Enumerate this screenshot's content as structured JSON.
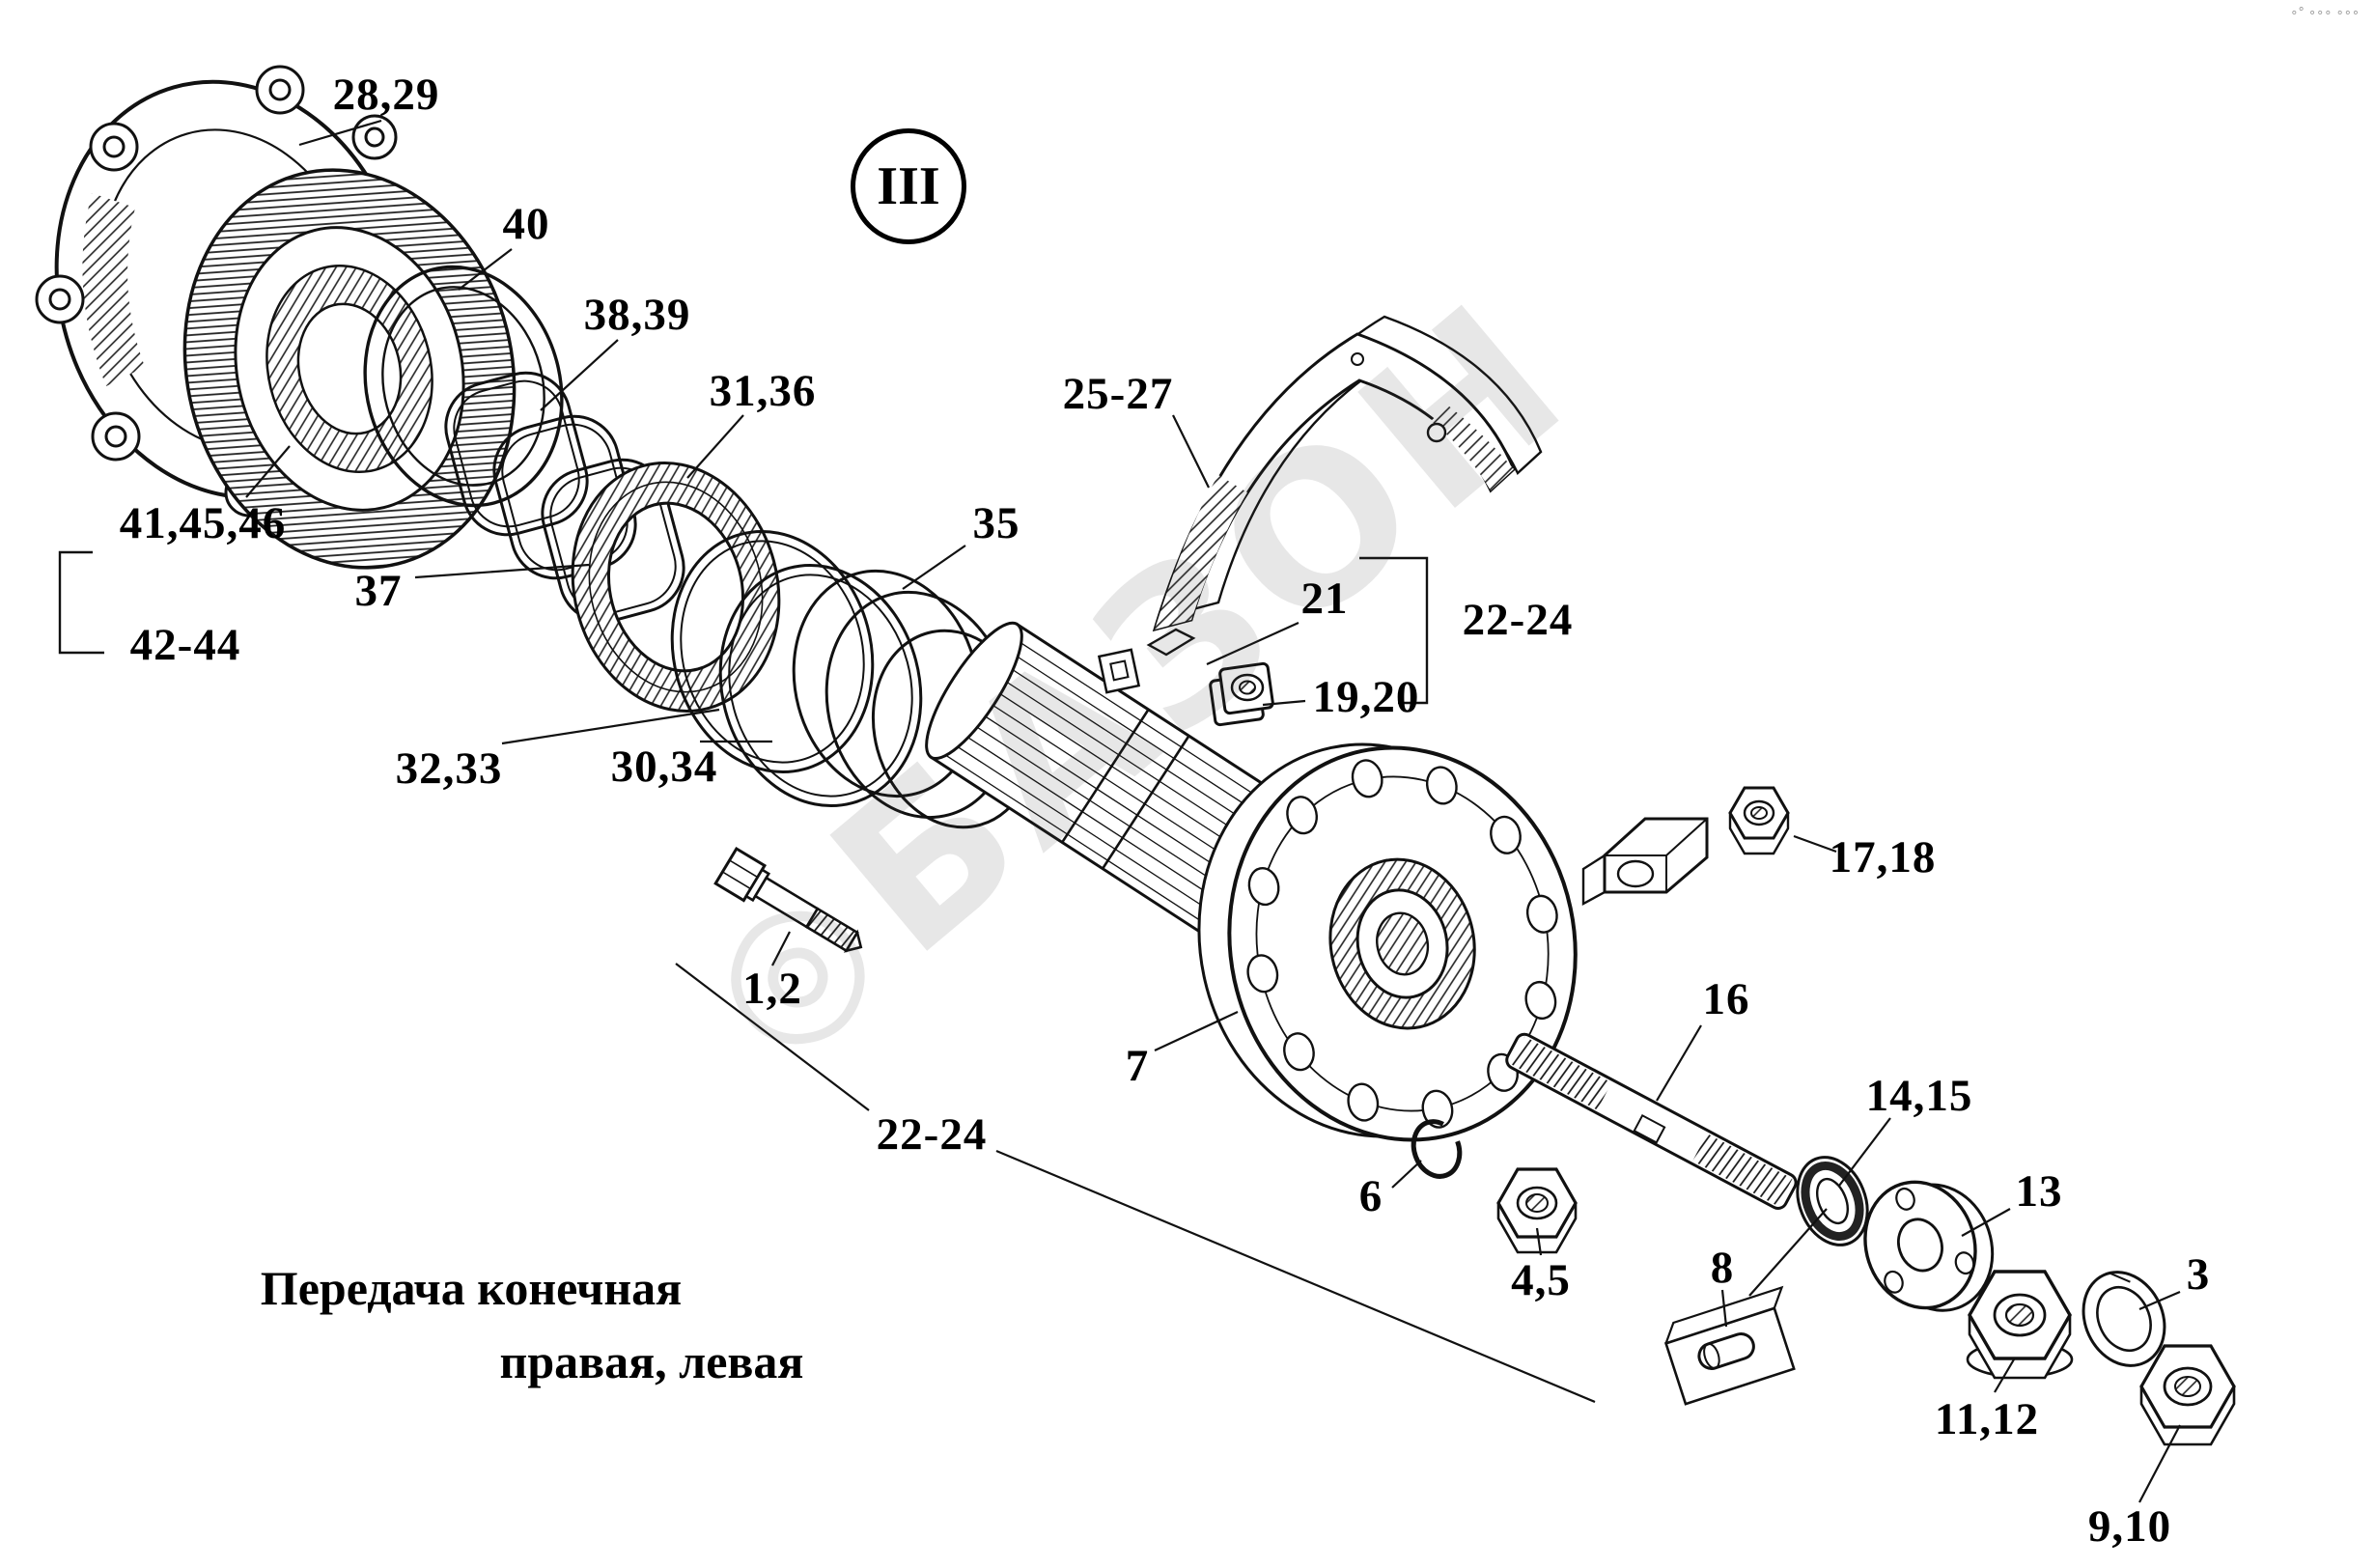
{
  "meta": {
    "section_marker": "III",
    "corner_mark": "∘° ∘∘∘ ∘∘∘",
    "colors": {
      "ink": "#111111",
      "background": "#ffffff",
      "watermark": "#c9c9c9"
    }
  },
  "watermark": {
    "logo": "◎",
    "text": "БАЗОН"
  },
  "title": {
    "line1": "Передача конечная",
    "line2": "правая, левая"
  },
  "labels": [
    {
      "text": "28,29"
    },
    {
      "text": "40"
    },
    {
      "text": "38,39"
    },
    {
      "text": "31,36"
    },
    {
      "text": "25-27"
    },
    {
      "text": "35"
    },
    {
      "text": "41,45,46"
    },
    {
      "text": "37"
    },
    {
      "text": "21"
    },
    {
      "text": "22-24"
    },
    {
      "text": "19,20"
    },
    {
      "text": "42-44"
    },
    {
      "text": "32,33"
    },
    {
      "text": "30,34"
    },
    {
      "text": "17,18"
    },
    {
      "text": "1,2"
    },
    {
      "text": "16"
    },
    {
      "text": "7"
    },
    {
      "text": "14,15"
    },
    {
      "text": "22-24"
    },
    {
      "text": "13"
    },
    {
      "text": "6"
    },
    {
      "text": "3"
    },
    {
      "text": "4,5"
    },
    {
      "text": "8"
    },
    {
      "text": "11,12"
    },
    {
      "text": "9,10"
    }
  ]
}
